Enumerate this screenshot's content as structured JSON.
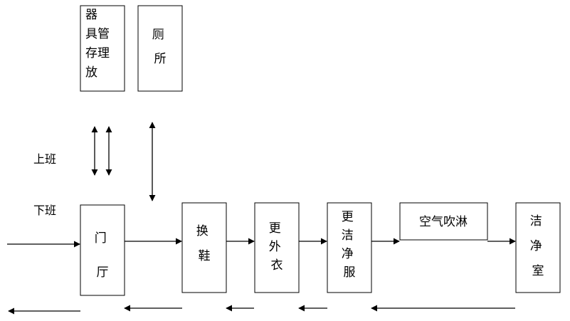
{
  "labels": {
    "shang_ban": "上班",
    "xia_ban": "下班"
  },
  "boxes": {
    "storage": [
      "器",
      "具管",
      "存理",
      "放"
    ],
    "toilet": [
      "厕",
      "所"
    ],
    "lobby": [
      "门",
      "厅"
    ],
    "change_shoes": [
      "换",
      "鞋"
    ],
    "change_outer": [
      "更",
      "外",
      "衣"
    ],
    "change_clean": [
      "更",
      "洁",
      "净",
      "服"
    ],
    "air_shower": [
      "空气吹淋"
    ],
    "clean_room": [
      "洁",
      "净",
      "室"
    ]
  }
}
